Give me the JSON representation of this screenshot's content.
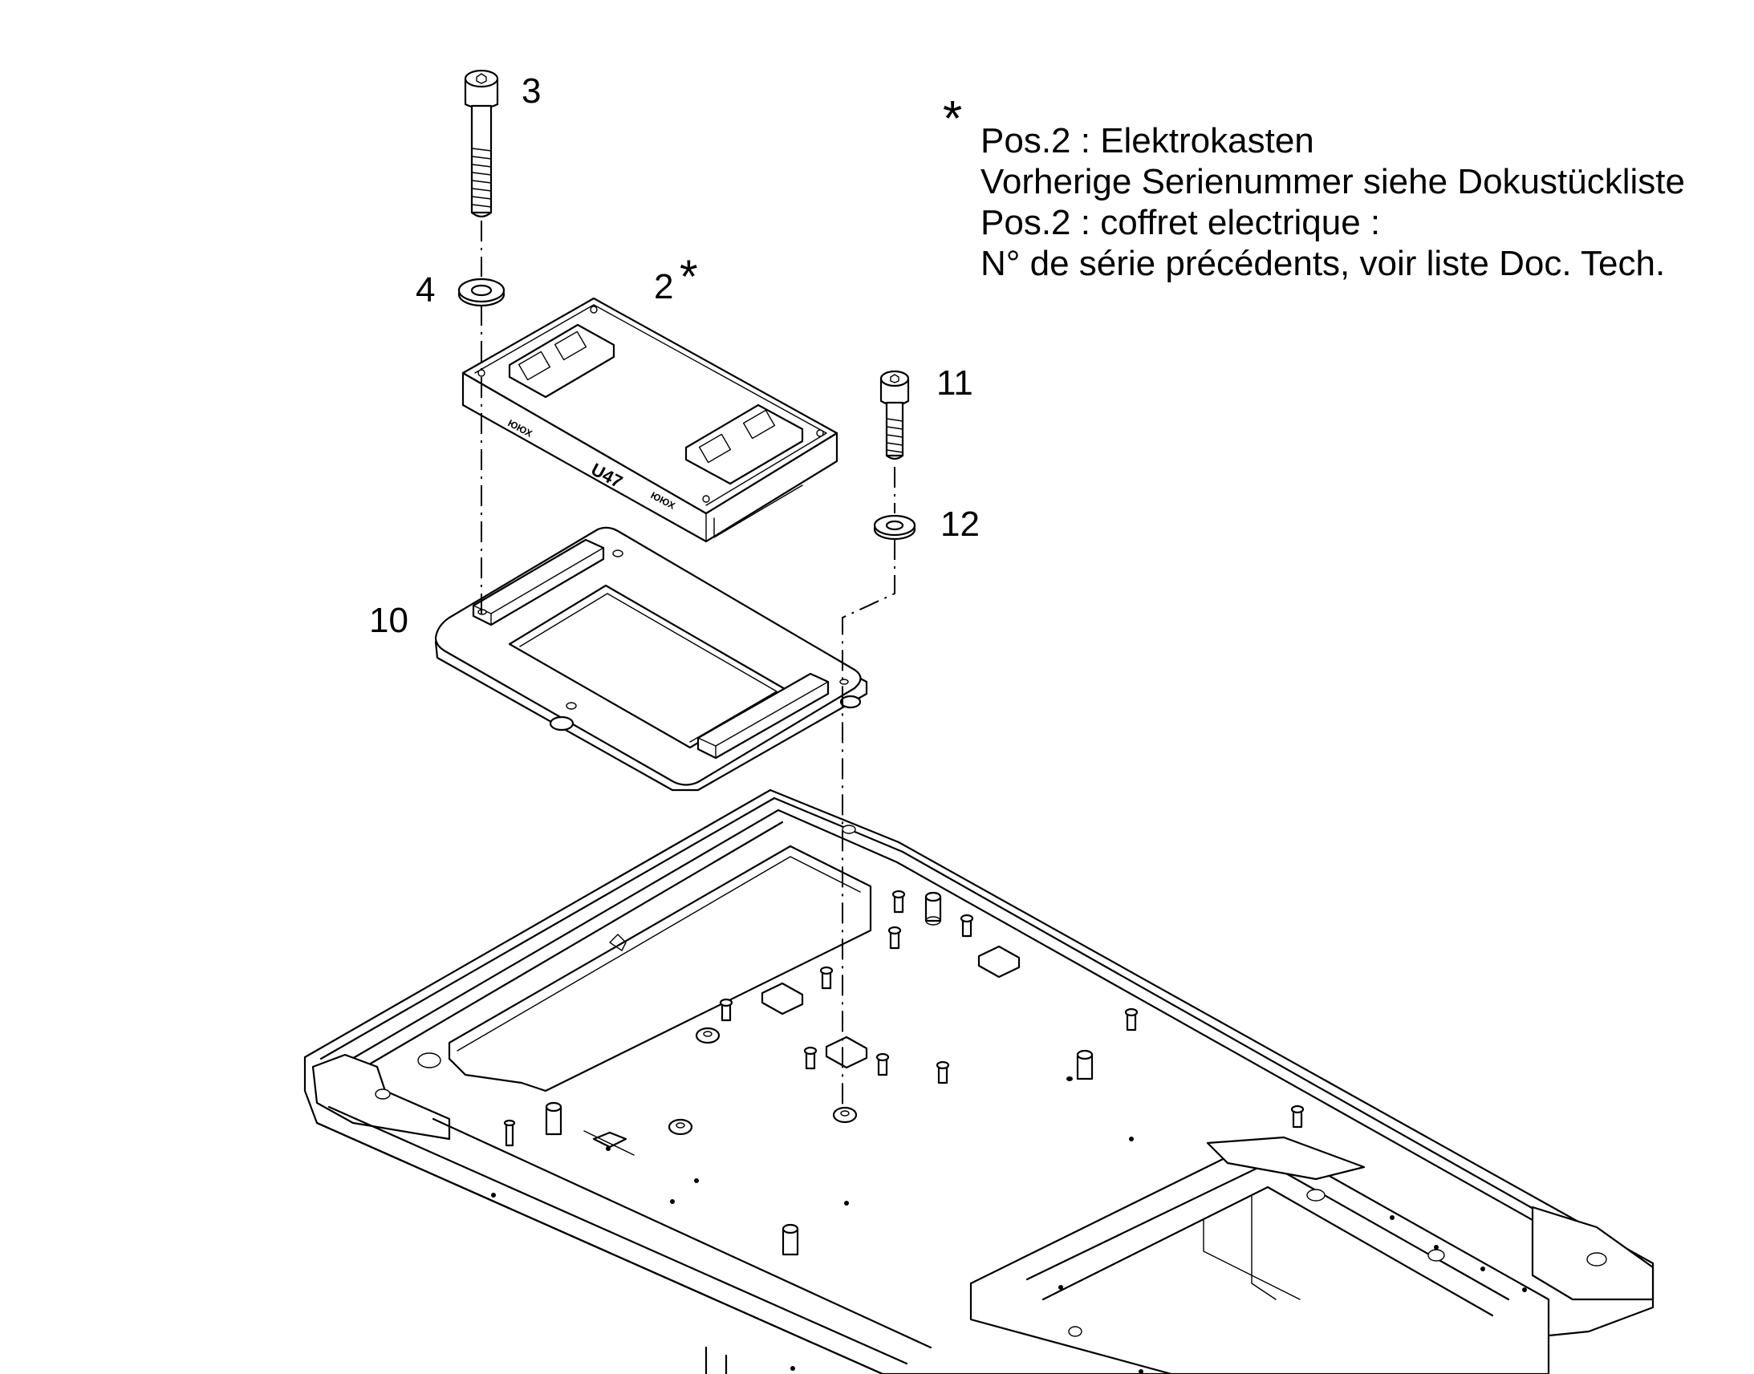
{
  "callouts": {
    "item_3": "3",
    "item_4": "4",
    "item_2": "2",
    "item_2_marker": "*",
    "item_11": "11",
    "item_12": "12",
    "item_10": "10"
  },
  "note": {
    "marker": "*",
    "lines": [
      "Pos.2 : Elektrokasten",
      "Vorherige Serienummer siehe Dokustückliste",
      "Pos.2 : coffret electrique :",
      "N° de série précédents, voir liste Doc. Tech."
    ]
  },
  "box_labels": {
    "model": "U47",
    "brand_left": "ЮЮХ",
    "brand_right": "ЮЮХ"
  },
  "colors": {
    "line": "#000000",
    "background": "#ffffff"
  }
}
